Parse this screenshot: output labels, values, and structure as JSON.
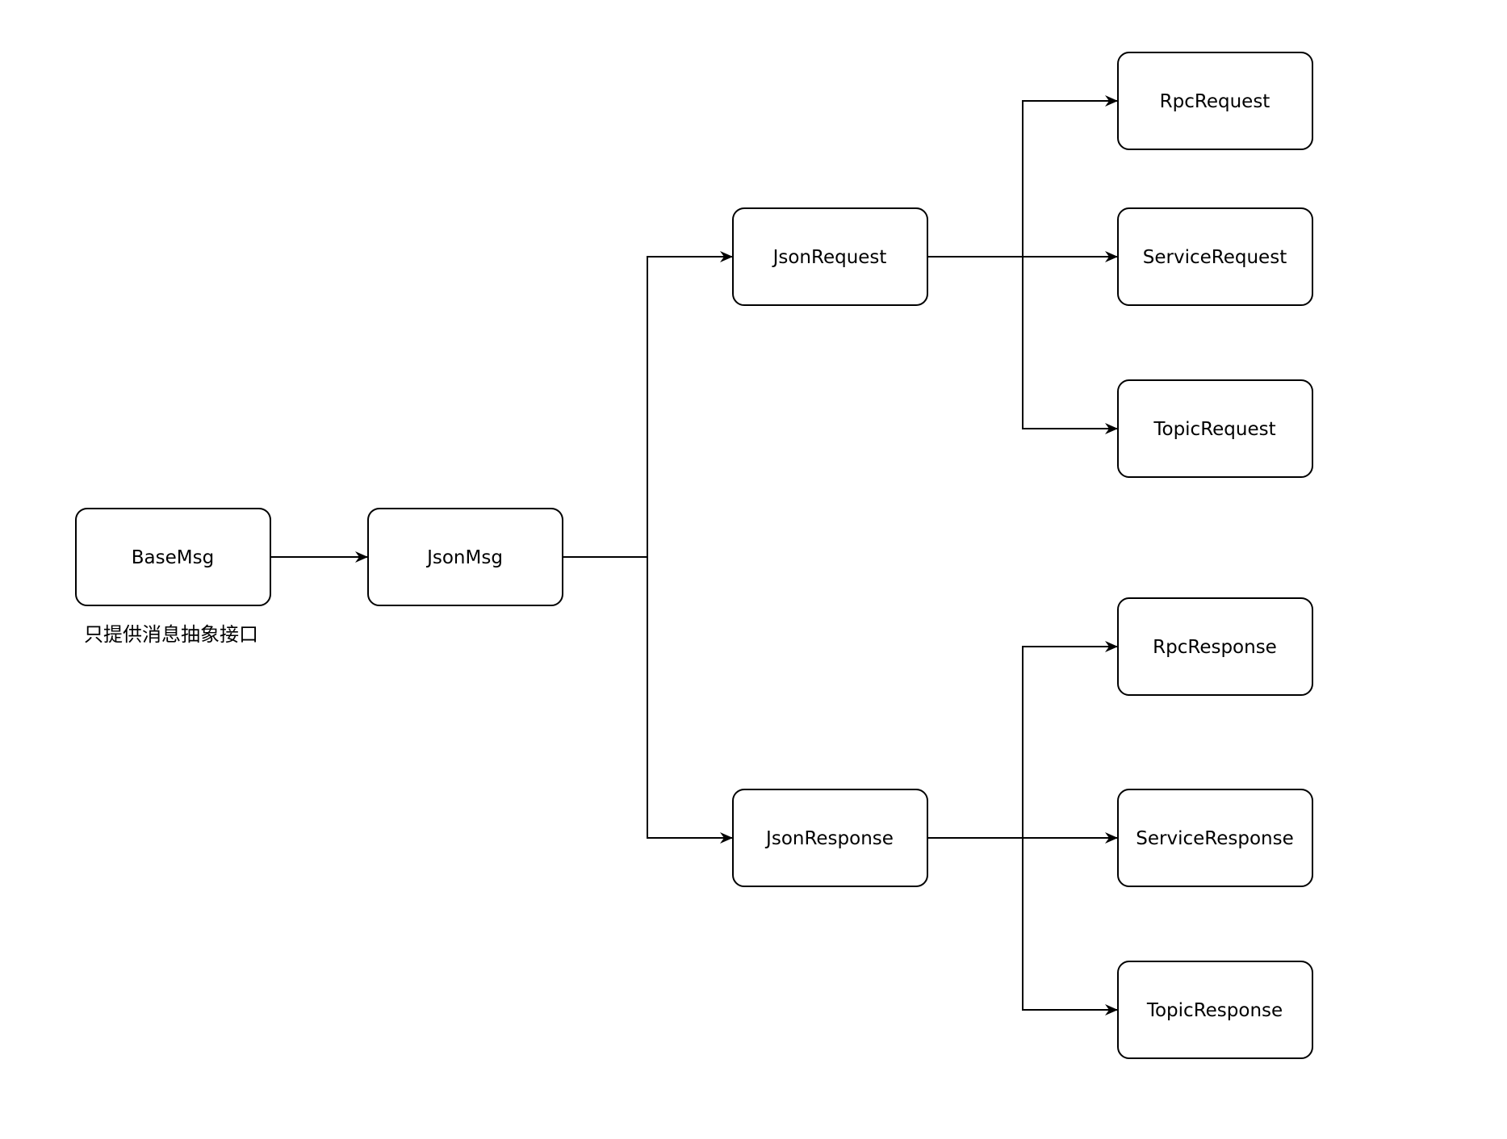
{
  "diagram": {
    "nodes": {
      "basemsg": "BaseMsg",
      "jsonmsg": "JsonMsg",
      "jsonrequest": "JsonRequest",
      "jsonresponse": "JsonResponse",
      "rpcrequest": "RpcRequest",
      "servicerequest": "ServiceRequest",
      "topicrequest": "TopicRequest",
      "rpcresponse": "RpcResponse",
      "serviceresponse": "ServiceResponse",
      "topicresponse": "TopicResponse"
    },
    "note": "只提供消息抽象接口"
  }
}
